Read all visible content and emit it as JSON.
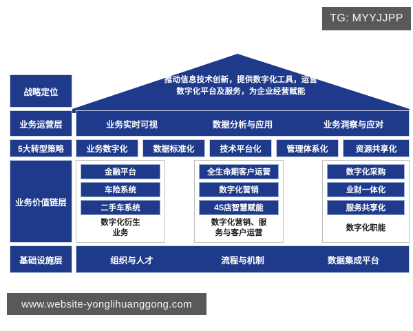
{
  "watermarks": {
    "top_badge": "TG: MYYJJPP",
    "bottom_url": "www.website-yonglihuanggong.com"
  },
  "colors": {
    "navy": "#1f3a8a",
    "group_border": "#bfbfbf",
    "watermark_bg": "#595959",
    "text_light": "#ffffff",
    "text_dark": "#1a1a1a"
  },
  "roof": {
    "text": "推动信息技术创新，提供数字化工具，运营\n数字化平台及服务，为企业经营赋能",
    "line1": "推动信息技术创新，提供数字化工具，运营",
    "line2": "数字化平台及服务，为企业经营赋能"
  },
  "row_labels": {
    "strategy": "战略定位",
    "operations": "业务运营层",
    "five_strategies": "5大转型策略",
    "value_chain": "业务价值链层",
    "infrastructure": "基础设施层"
  },
  "operations_items": [
    "业务实时可视",
    "数据分析与应用",
    "业务洞察与应对"
  ],
  "five_strategies": [
    "业务数字化",
    "数据标准化",
    "技术平台化",
    "管理体系化",
    "资源共享化"
  ],
  "value_chain_groups": [
    {
      "items": [
        "金融平台",
        "车险系统",
        "二手车系统"
      ],
      "caption": "数字化衍生业务",
      "caption_line1": "数字化衍生",
      "caption_line2": "业务"
    },
    {
      "items": [
        "全生命期客户运营",
        "数字化营销",
        "4S店智慧赋能"
      ],
      "caption": "数字化营销、服务与客户运营",
      "caption_line1": "数字化营销、服",
      "caption_line2": "务与客户运营"
    },
    {
      "items": [
        "数字化采购",
        "业财一体化",
        "服务共享化"
      ],
      "caption": "数字化职能",
      "caption_line1": "数字化职能",
      "caption_line2": ""
    }
  ],
  "infrastructure_items": [
    "组织与人才",
    "流程与机制",
    "数据集成平台"
  ]
}
